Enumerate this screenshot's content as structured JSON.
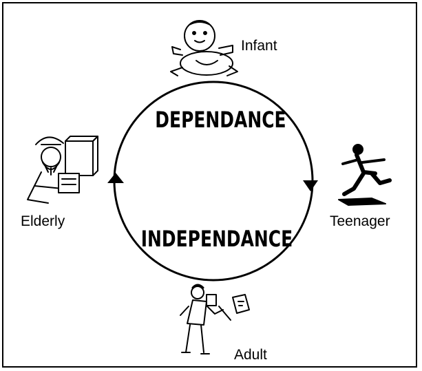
{
  "cycle": {
    "top_label": "DEPENDANCE",
    "bottom_label": "INDEPENDANCE"
  },
  "stages": {
    "infant": "Infant",
    "teenager": "Teenager",
    "adult": "Adult",
    "elderly": "Elderly"
  }
}
